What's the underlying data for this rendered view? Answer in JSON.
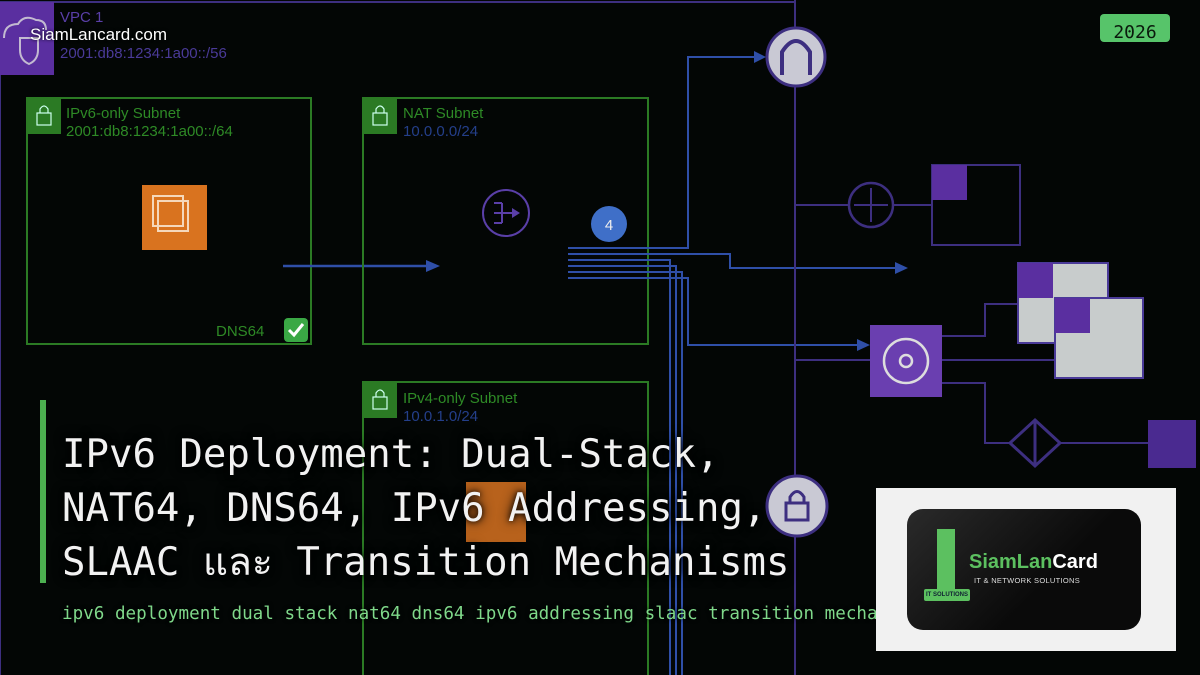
{
  "watermark": "SiamLancard.com",
  "year_badge": "2026",
  "diagram": {
    "vpc": {
      "label": "VPC 1",
      "cidr": "2001:db8:1234:1a00::/56"
    },
    "subnets": [
      {
        "label": "IPv6-only Subnet",
        "cidr": "2001:db8:1234:1a00::/64"
      },
      {
        "label": "NAT Subnet",
        "cidr": "10.0.0.0/24"
      },
      {
        "label": "IPv4-only Subnet",
        "cidr": "10.0.1.0/24"
      }
    ],
    "dns64_label": "DNS64",
    "dns64_check": "✅",
    "step_badge": "4",
    "colors": {
      "vpc": "#5a2fa0",
      "subnet": "#2b7a24",
      "ec2": "#d9731f",
      "flow": "#2f4fa8",
      "line": "#3d2f80"
    }
  },
  "title_lines": [
    "IPv6 Deployment: Dual-Stack,",
    "NAT64, DNS64, IPv6 Addressing,",
    "SLAAC และ Transition Mechanisms"
  ],
  "subtitle": "ipv6 deployment dual stack nat64 dns64 ipv6 addressing slaac transition mecha",
  "logo": {
    "name_green": "SiamLan",
    "name_white": "Card",
    "tagline": "IT & NETWORK SOLUTIONS",
    "tag": "IT SOLUTIONS"
  }
}
